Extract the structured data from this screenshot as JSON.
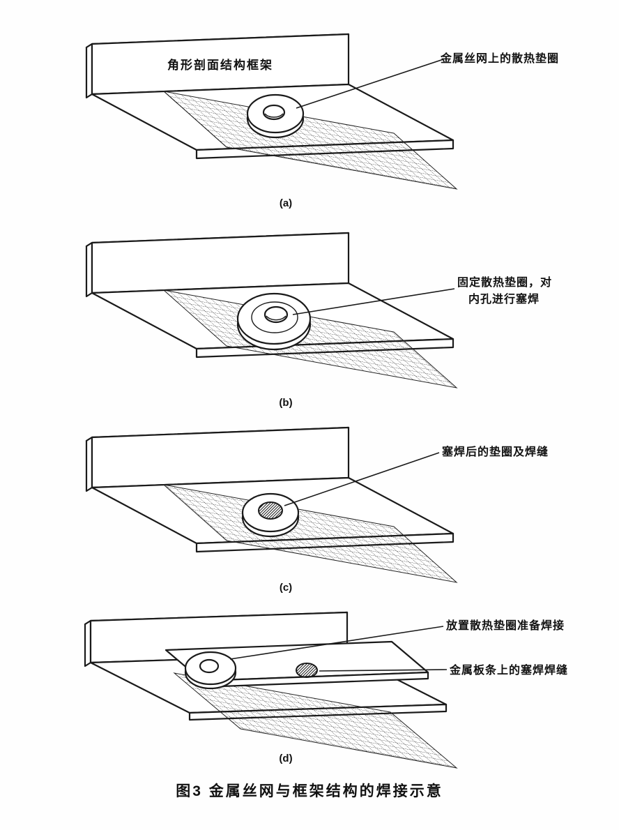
{
  "figure": {
    "caption": "图3  金属丝网与框架结构的焊接示意",
    "panels": [
      {
        "tag": "(a)",
        "frame_label": "角形剖面结构框架",
        "callout1": "金属丝网上的散热垫圈"
      },
      {
        "tag": "(b)",
        "callout1": "固定散热垫圈，对",
        "callout2": "内孔进行塞焊"
      },
      {
        "tag": "(c)",
        "callout1": "塞焊后的垫圈及焊缝"
      },
      {
        "tag": "(d)",
        "callout1": "放置散热垫圈准备焊接",
        "callout2": "金属板条上的塞焊焊缝"
      }
    ]
  },
  "colors": {
    "line": "#1a1a1a",
    "background": "#fefefe"
  }
}
